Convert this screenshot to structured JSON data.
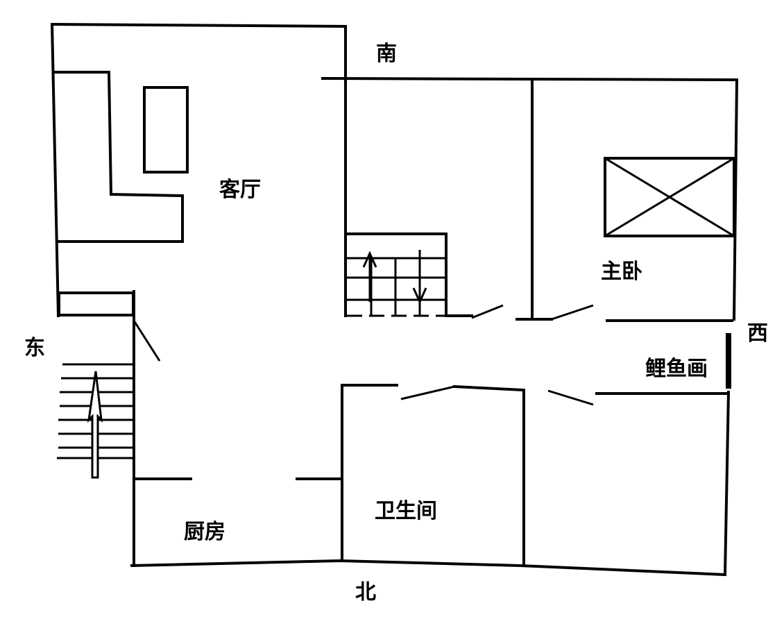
{
  "compass": {
    "south": "南",
    "north": "北",
    "east": "东",
    "west": "西"
  },
  "rooms": {
    "living_room": "客厅",
    "master_bedroom": "主卧",
    "bathroom": "卫生间",
    "kitchen": "厨房"
  },
  "annotations": {
    "carp_painting": "鲤鱼画"
  }
}
